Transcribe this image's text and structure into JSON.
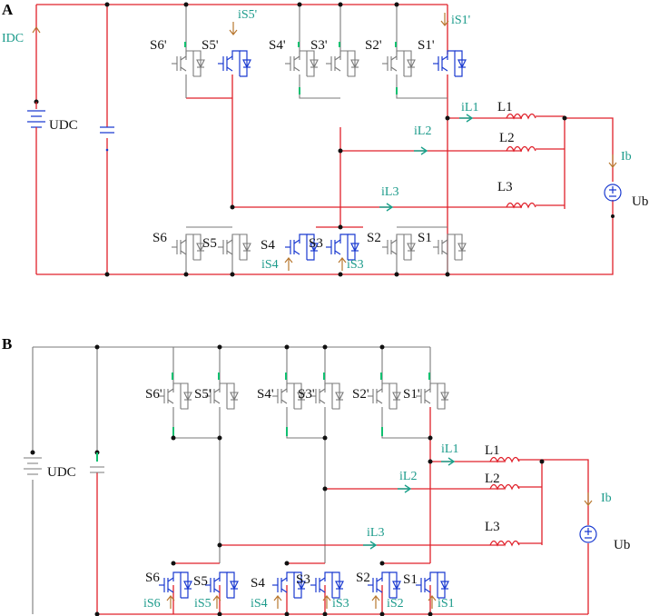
{
  "panel_a": {
    "label": "A",
    "switch_labels_top": [
      "S6'",
      "S5'",
      "S4'",
      "S3'",
      "S2'",
      "S1'"
    ],
    "switch_labels_bottom": [
      "S6",
      "S5",
      "S4",
      "S3",
      "S2",
      "S1"
    ],
    "source_label": "UDC",
    "dc_current_label": "IDC",
    "top_switch_current": "iS5'",
    "top_switch_current_2": "iS1'",
    "bottom_switch_currents": [
      "iS4",
      "iS3"
    ],
    "inductors": [
      "L1",
      "L2",
      "L3"
    ],
    "leg_currents": [
      "iL1",
      "iL2",
      "iL3"
    ],
    "battery_current": "Ib",
    "battery_label": "Ub"
  },
  "panel_b": {
    "label": "B",
    "switch_labels_top": [
      "S6'",
      "S5'",
      "S4'",
      "S3'",
      "S2'",
      "S1'"
    ],
    "switch_labels_bottom": [
      "S6",
      "S5",
      "S4",
      "S3",
      "S2",
      "S1"
    ],
    "source_label": "UDC",
    "bottom_switch_currents": [
      "iS6",
      "iS5",
      "iS4",
      "iS3",
      "iS2",
      "iS1"
    ],
    "inductors": [
      "L1",
      "L2",
      "L3"
    ],
    "leg_currents": [
      "iL1",
      "iL2",
      "iL3"
    ],
    "battery_current": "Ib",
    "battery_label": "Ub"
  }
}
